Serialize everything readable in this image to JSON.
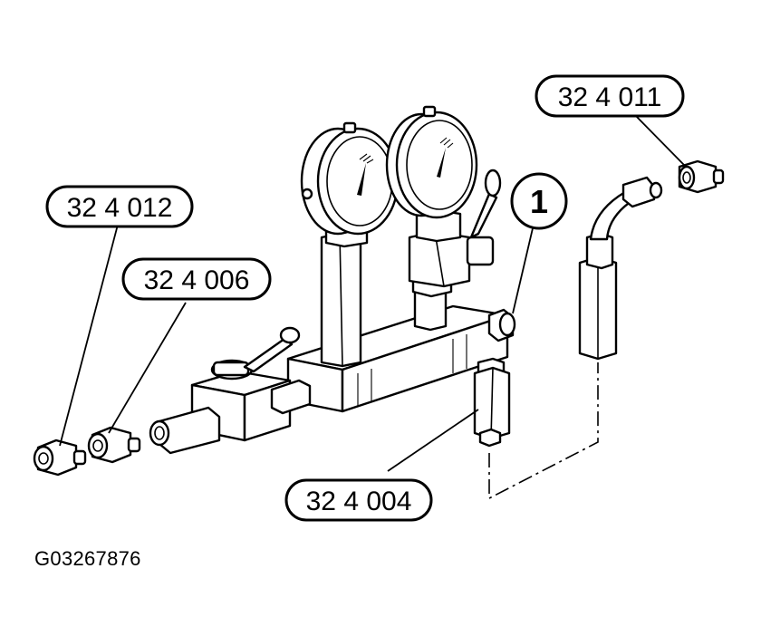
{
  "figure_id": "G03267876",
  "callouts": {
    "c324011": "32 4 011",
    "c324012": "32 4 012",
    "c324006": "32 4 006",
    "c324004": "32 4 004",
    "item1": "1"
  },
  "style": {
    "line_color": "#000000",
    "background": "#ffffff"
  }
}
